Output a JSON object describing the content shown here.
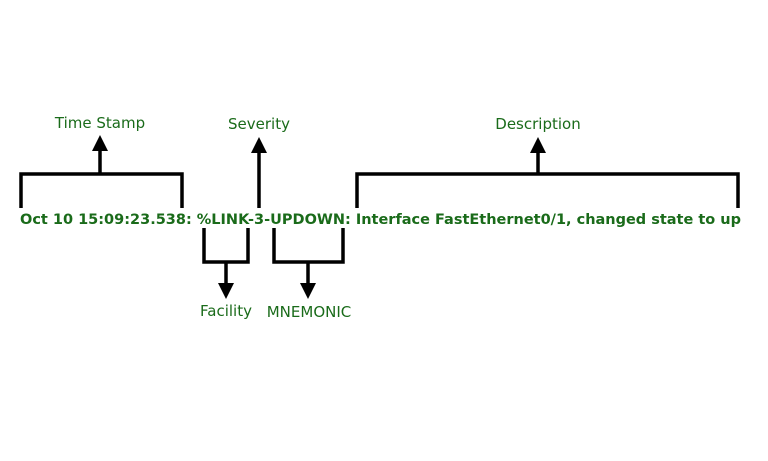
{
  "log_message": "Oct 10 15:09:23.538: %LINK-3-UPDOWN: Interface FastEthernet0/1, changed state to up",
  "labels": {
    "time_stamp": "Time Stamp",
    "severity": "Severity",
    "description": "Description",
    "facility": "Facility",
    "mnemonic": "MNEMONIC"
  },
  "colors": {
    "text": "#1a6b1a",
    "lines": "#000000"
  }
}
